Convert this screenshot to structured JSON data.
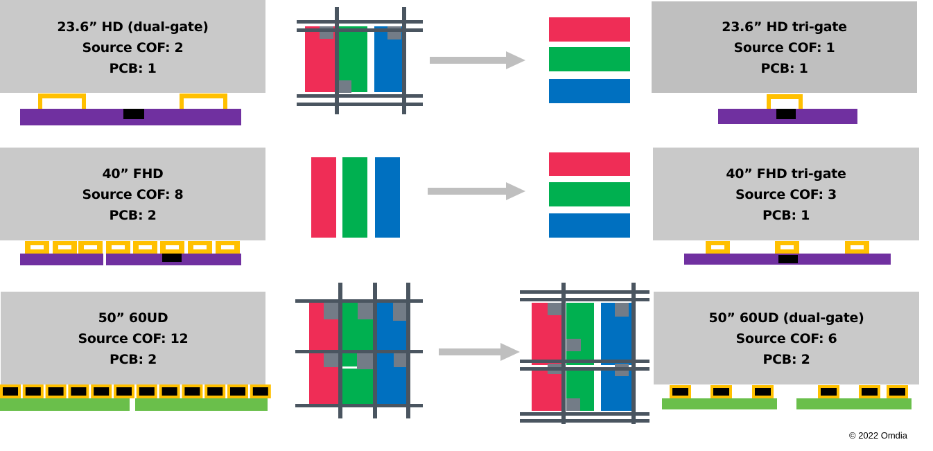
{
  "panels": [
    {
      "title": "23.6” HD (dual-gate)",
      "cof": "Source COF: 2",
      "pcb": "PCB: 1"
    },
    {
      "title": "23.6” HD tri-gate",
      "cof": "Source COF: 1",
      "pcb": "PCB: 1"
    },
    {
      "title": "40” FHD",
      "cof": "Source COF: 8",
      "pcb": "PCB: 2"
    },
    {
      "title": "40” FHD tri-gate",
      "cof": "Source COF: 3",
      "pcb": "PCB: 1"
    },
    {
      "title": "50” 60UD",
      "cof": "Source COF: 12",
      "pcb": "PCB: 2"
    },
    {
      "title": "50” 60UD (dual-gate)",
      "cof": "Source COF: 6",
      "pcb": "PCB: 2"
    }
  ],
  "copyright": "© 2022 Omdia",
  "colors": {
    "red": "#ef2d56",
    "green": "#00b050",
    "blue": "#0070c0",
    "line": "#4a5560",
    "tft": "#737c87",
    "cof": "#ffc000",
    "pcb_purple": "#7030a0",
    "pcb_green": "#6abf4b",
    "panel": "#c9c9c9",
    "panel_dark": "#bfbfbf",
    "arrow": "#bfbfbf"
  }
}
